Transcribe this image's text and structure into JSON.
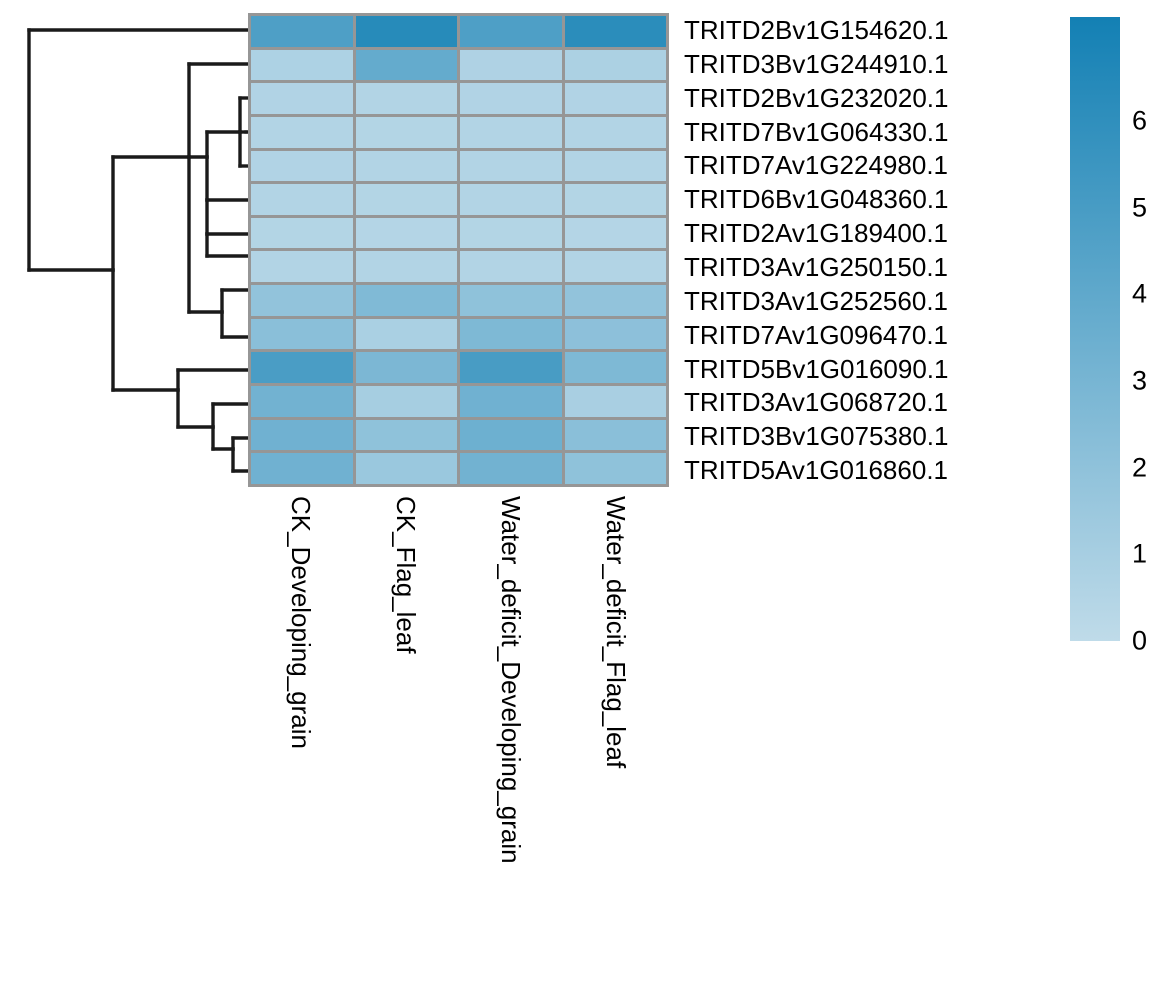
{
  "figure": {
    "type": "clustered-heatmap",
    "row_dendrogram": true,
    "col_dendrogram": false
  },
  "chart_data": {
    "type": "heatmap",
    "title": "",
    "xlabel": "",
    "ylabel": "",
    "categories": [
      "CK_Developing_grain",
      "CK_Flag_leaf",
      "Water_deficit_Developing_grain",
      "Water_deficit_Flag_leaf"
    ],
    "rows": [
      "TRITD2Bv1G154620.1",
      "TRITD3Bv1G244910.1",
      "TRITD2Bv1G232020.1",
      "TRITD7Bv1G064330.1",
      "TRITD7Av1G224980.1",
      "TRITD6Bv1G048360.1",
      "TRITD2Av1G189400.1",
      "TRITD3Av1G250150.1",
      "TRITD3Av1G252560.1",
      "TRITD7Av1G096470.1",
      "TRITD5Bv1G016090.1",
      "TRITD3Av1G068720.1",
      "TRITD3Bv1G075380.1",
      "TRITD5Av1G016860.1"
    ],
    "values": [
      [
        4.3,
        6.2,
        4.3,
        6.0
      ],
      [
        0.45,
        3.3,
        0.4,
        0.5
      ],
      [
        0.35,
        0.3,
        0.35,
        0.35
      ],
      [
        0.3,
        0.28,
        0.3,
        0.3
      ],
      [
        0.35,
        0.3,
        0.32,
        0.32
      ],
      [
        0.3,
        0.28,
        0.3,
        0.28
      ],
      [
        0.28,
        0.26,
        0.28,
        0.26
      ],
      [
        0.3,
        0.3,
        0.3,
        0.3
      ],
      [
        1.4,
        2.1,
        1.5,
        1.4
      ],
      [
        1.7,
        0.55,
        2.2,
        1.6
      ],
      [
        4.5,
        2.3,
        4.6,
        2.2
      ],
      [
        2.7,
        0.7,
        2.8,
        0.6
      ],
      [
        2.8,
        1.5,
        2.9,
        1.7
      ],
      [
        2.8,
        1.1,
        2.7,
        1.5
      ]
    ],
    "colorbar": {
      "ticks": [
        6,
        5,
        4,
        3,
        2,
        1,
        0
      ],
      "vmin": 0,
      "vmax": 7.2,
      "colormap": "Blues",
      "low_color": "#bfdbe9",
      "high_color": "#1380b4",
      "position": "right"
    },
    "cell_border_color": "#969696",
    "grid": false,
    "legend_position": "right"
  }
}
